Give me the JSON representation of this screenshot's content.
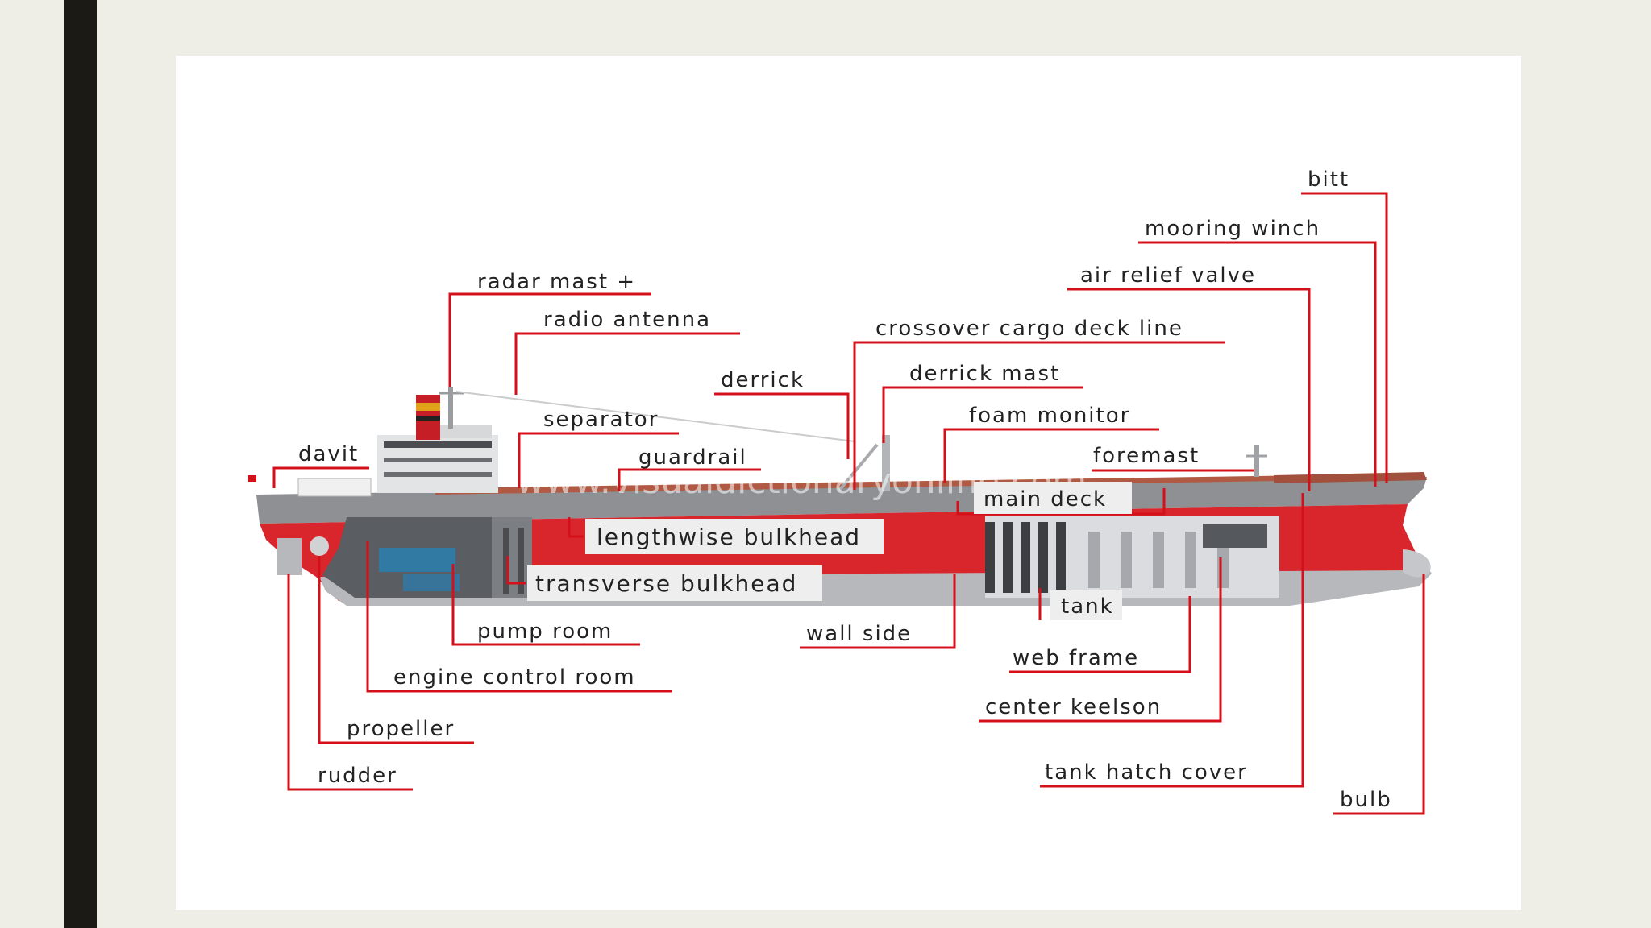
{
  "watermark": "www.visualdictionaryonline.com",
  "labels": {
    "bitt": "bitt",
    "mooring_winch": "mooring winch",
    "air_relief_valve": "air relief valve",
    "radar_mast": "radar mast +",
    "radio_antenna": "radio antenna",
    "crossover_cargo_deck_line": "crossover cargo deck line",
    "derrick": "derrick",
    "derrick_mast": "derrick mast",
    "separator": "separator",
    "foam_monitor": "foam monitor",
    "davit": "davit",
    "guardrail": "guardrail",
    "foremast": "foremast",
    "main_deck": "main deck",
    "lengthwise_bulkhead": "lengthwise bulkhead",
    "transverse_bulkhead": "transverse bulkhead",
    "tank": "tank",
    "pump_room": "pump room",
    "wall_side": "wall side",
    "web_frame": "web frame",
    "engine_control_room": "engine control room",
    "center_keelson": "center keelson",
    "propeller": "propeller",
    "rudder": "rudder",
    "tank_hatch_cover": "tank hatch cover",
    "bulb": "bulb"
  },
  "colors": {
    "leader": "#d4101a",
    "hull_red": "#d9262c",
    "deck": "#b05a44",
    "hull_grey": "#9c9ea1",
    "background": "#eeede6",
    "panel": "#ffffff",
    "side_bar": "#1c1a14"
  }
}
